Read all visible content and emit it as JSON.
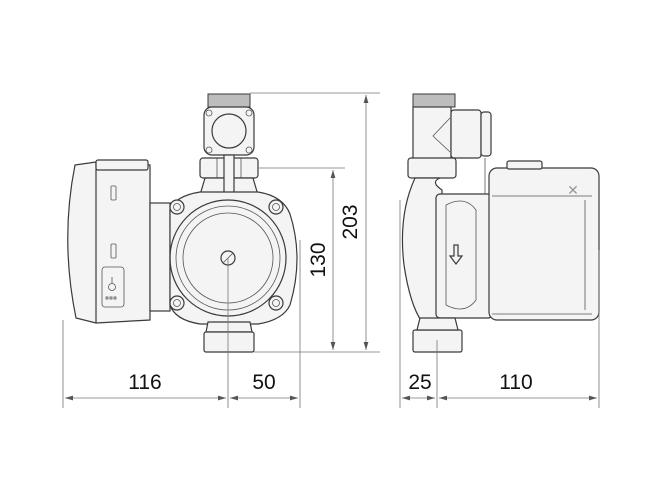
{
  "dimensions": {
    "front_width_left": "116",
    "front_width_right": "50",
    "front_height_inner": "130",
    "front_height_total": "203",
    "side_width_left": "25",
    "side_width_right": "110"
  },
  "views": [
    "front-view",
    "side-view"
  ],
  "flow_direction": "down"
}
